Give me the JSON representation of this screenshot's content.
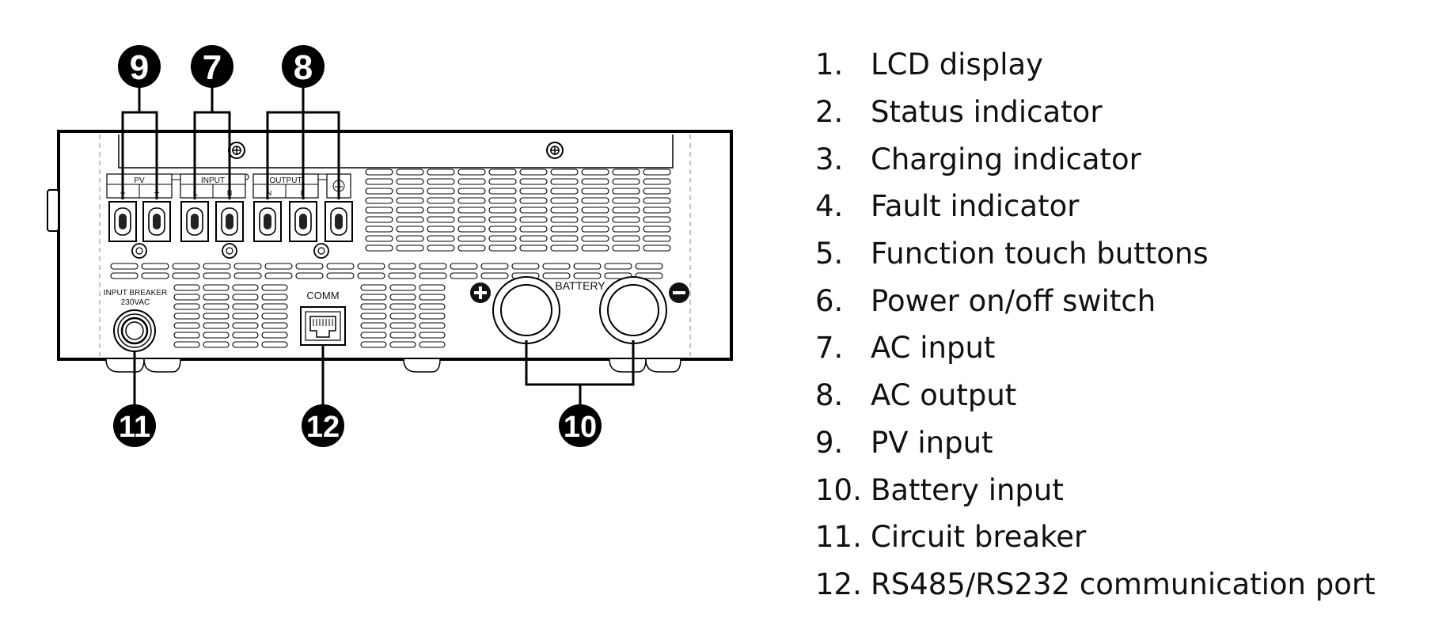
{
  "diagram": {
    "labels": {
      "pv": "PV",
      "input": "INPUT",
      "output": "OUTPUT",
      "plus": "+",
      "minus": "−",
      "l_in": "L",
      "n_in": "N",
      "n_out": "N",
      "l_out": "L",
      "breaker_line1": "INPUT BREAKER",
      "breaker_line2": "230VAC",
      "comm": "COMM",
      "battery": "BATTERY"
    },
    "callouts": {
      "c9": "9",
      "c7": "7",
      "c8": "8",
      "c11": "11",
      "c12": "12",
      "c10": "10"
    }
  },
  "legend": {
    "items": [
      {
        "num": "1.",
        "label": "LCD display"
      },
      {
        "num": "2.",
        "label": "Status indicator"
      },
      {
        "num": "3.",
        "label": "Charging indicator"
      },
      {
        "num": "4.",
        "label": "Fault indicator"
      },
      {
        "num": "5.",
        "label": "Function touch buttons"
      },
      {
        "num": "6.",
        "label": "Power on/off switch"
      },
      {
        "num": "7.",
        "label": "AC input"
      },
      {
        "num": "8.",
        "label": "AC output"
      },
      {
        "num": "9.",
        "label": "PV input"
      },
      {
        "num": "10.",
        "label": "Battery input"
      },
      {
        "num": "11.",
        "label": "Circuit breaker"
      },
      {
        "num": "12.",
        "label": "RS485/RS232 communication port"
      }
    ]
  }
}
